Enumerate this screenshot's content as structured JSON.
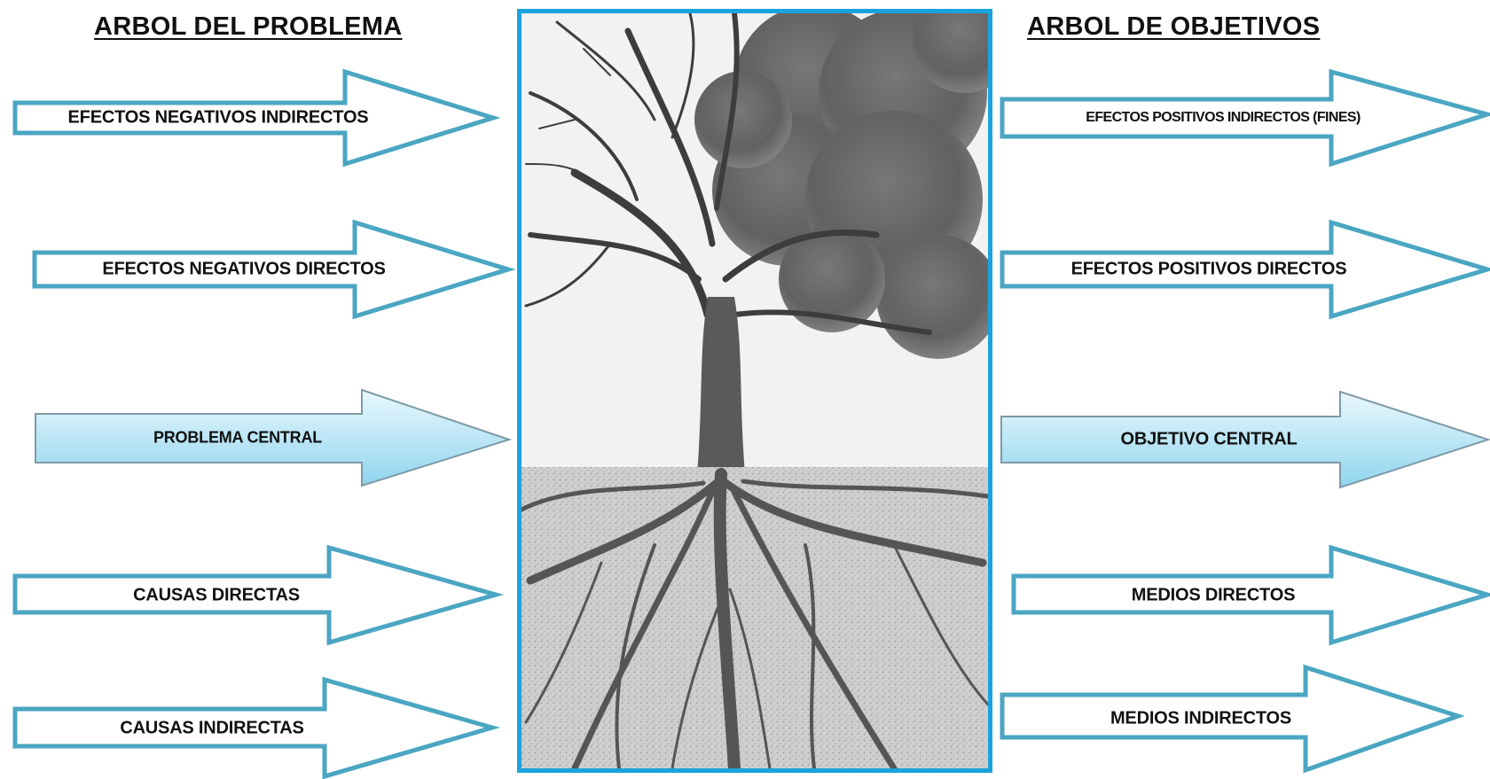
{
  "problem_tree": {
    "title": "ARBOL DEL PROBLEMA",
    "arrows": [
      {
        "label": "EFECTOS NEGATIVOS INDIRECTOS",
        "style": "outline"
      },
      {
        "label": "EFECTOS NEGATIVOS DIRECTOS",
        "style": "outline"
      },
      {
        "label": "PROBLEMA CENTRAL",
        "style": "filled"
      },
      {
        "label": "CAUSAS DIRECTAS",
        "style": "outline"
      },
      {
        "label": "CAUSAS INDIRECTAS",
        "style": "outline"
      }
    ]
  },
  "objective_tree": {
    "title": "ARBOL DE OBJETIVOS",
    "arrows": [
      {
        "label": "EFECTOS POSITIVOS INDIRECTOS (FINES)",
        "style": "outline"
      },
      {
        "label": "EFECTOS POSITIVOS DIRECTOS",
        "style": "outline"
      },
      {
        "label": "OBJETIVO CENTRAL",
        "style": "filled"
      },
      {
        "label": "MEDIOS DIRECTOS",
        "style": "outline"
      },
      {
        "label": "MEDIOS INDIRECTOS",
        "style": "outline"
      }
    ]
  },
  "colors": {
    "arrow_border": "#4aa6c2",
    "arrow_fill_light": "#eaf8fd",
    "arrow_fill_dark": "#8fd5ee",
    "frame_border": "#1aa3dc"
  },
  "illustration": {
    "name": "tree-illustration"
  }
}
